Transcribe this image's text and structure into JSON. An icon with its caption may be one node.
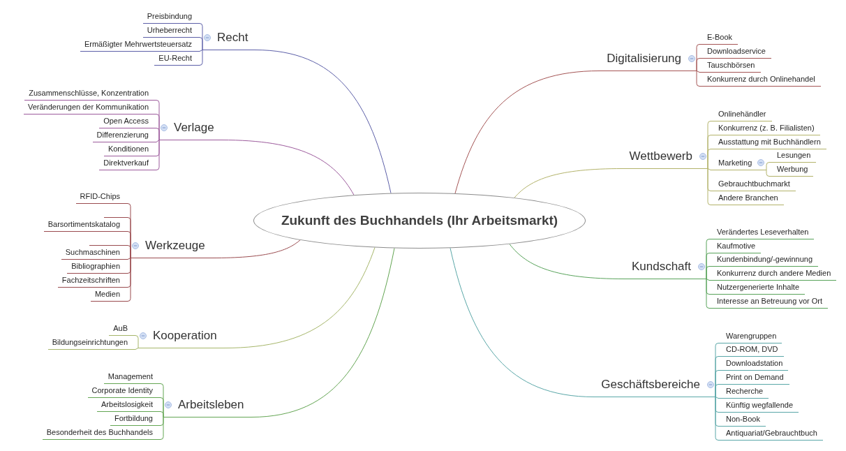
{
  "diagram": {
    "nodes": [
      {
        "text": [
          "Zukunft des Buchhandels (Ihr Arbeitsmarkt)"
        ]
      },
      {
        "text": [
          "Recht"
        ]
      },
      {
        "text": [
          "Preisbindung"
        ]
      },
      {
        "text": [
          "Urheberrecht"
        ]
      },
      {
        "text": [
          "Ermäßigter Mehrwertsteuersatz"
        ]
      },
      {
        "text": [
          "EU-Recht"
        ]
      },
      {
        "text": [
          "Verlage"
        ]
      },
      {
        "text": [
          "Zusammenschlüsse, Konzentration"
        ]
      },
      {
        "text": [
          "Veränderungen der Kommunikation"
        ]
      },
      {
        "text": [
          "Open Access"
        ]
      },
      {
        "text": [
          "Differenzierung"
        ]
      },
      {
        "text": [
          "Konditionen"
        ]
      },
      {
        "text": [
          "Direktverkauf"
        ]
      },
      {
        "text": [
          "Werkzeuge"
        ]
      },
      {
        "text": [
          "RFID-Chips"
        ]
      },
      {
        "text": [],
        "shape": "line"
      },
      {
        "text": [
          "Barsortimentskatalog"
        ]
      },
      {
        "text": [],
        "shape": "line"
      },
      {
        "text": [
          "Suchmaschinen"
        ]
      },
      {
        "text": [
          "Bibliographien"
        ]
      },
      {
        "text": [
          "Fachzeitschriften"
        ]
      },
      {
        "text": [
          "Medien"
        ]
      },
      {
        "text": [
          "Kooperation"
        ]
      },
      {
        "text": [
          "AuB"
        ]
      },
      {
        "text": [
          "Bildungseinrichtungen"
        ]
      },
      {
        "text": [
          "Arbeitsleben"
        ]
      },
      {
        "text": [
          "Management"
        ]
      },
      {
        "text": [
          "Corporate Identity"
        ]
      },
      {
        "text": [
          "Arbeitslosigkeit"
        ]
      },
      {
        "text": [
          "Fortbildung"
        ]
      },
      {
        "text": [
          "Besonderheit des Buchhandels"
        ]
      },
      {
        "text": [
          "Digitalisierung"
        ]
      },
      {
        "text": [
          "E-Book"
        ]
      },
      {
        "text": [
          "Downloadservice"
        ]
      },
      {
        "text": [
          "Tauschbörsen"
        ]
      },
      {
        "text": [
          "Konkurrenz durch Onlinehandel"
        ]
      },
      {
        "text": [
          "Wettbewerb"
        ]
      },
      {
        "text": [
          "Onlinehändler"
        ]
      },
      {
        "text": [
          "Konkurrenz (z. B. Filialisten)"
        ]
      },
      {
        "text": [
          "Ausstattung mit Buchhändlern"
        ]
      },
      {
        "text": [
          "Marketing"
        ]
      },
      {
        "text": [
          "Lesungen"
        ]
      },
      {
        "text": [
          "Werbung"
        ]
      },
      {
        "text": [
          "Gebrauchtbuchmarkt"
        ]
      },
      {
        "text": [
          "Andere Branchen"
        ]
      },
      {
        "text": [
          "Kundschaft"
        ]
      },
      {
        "text": [
          "Verändertes Leseverhalten"
        ]
      },
      {
        "text": [
          "Kaufmotive"
        ]
      },
      {
        "text": [
          "Kundenbindung/-gewinnung"
        ]
      },
      {
        "text": [
          "Konkurrenz durch andere Medien"
        ]
      },
      {
        "text": [
          "Nutzergenerierte Inhalte"
        ]
      },
      {
        "text": [
          "Interesse an Betreuung vor Ort"
        ]
      },
      {
        "text": [
          "Geschäftsbereiche"
        ]
      },
      {
        "text": [
          "Warengruppen"
        ]
      },
      {
        "text": [
          "CD-ROM, DVD"
        ]
      },
      {
        "text": [
          "Downloadstation"
        ]
      },
      {
        "text": [
          "Print on Demand"
        ]
      },
      {
        "text": [
          "Recherche"
        ]
      },
      {
        "text": [
          "Künftig wegfallende"
        ]
      },
      {
        "text": [
          "Non-Book"
        ]
      },
      {
        "text": [
          "Antiquariat/Gebrauchtbuch"
        ]
      }
    ],
    "edges": [
      {
        "from": 0,
        "to": 1,
        "arrow": "none",
        "color": "#5c5fa8"
      },
      {
        "from": 1,
        "to": 2,
        "arrow": "none",
        "color": "#5c5fa8"
      },
      {
        "from": 1,
        "to": 3,
        "arrow": "none",
        "color": "#5c5fa8"
      },
      {
        "from": 1,
        "to": 4,
        "arrow": "none",
        "color": "#5c5fa8"
      },
      {
        "from": 1,
        "to": 5,
        "arrow": "none",
        "color": "#5c5fa8"
      },
      {
        "from": 0,
        "to": 6,
        "arrow": "none",
        "color": "#9c5a9c"
      },
      {
        "from": 6,
        "to": 7,
        "arrow": "none",
        "color": "#9c5a9c"
      },
      {
        "from": 6,
        "to": 8,
        "arrow": "none",
        "color": "#9c5a9c"
      },
      {
        "from": 6,
        "to": 9,
        "arrow": "none",
        "color": "#9c5a9c"
      },
      {
        "from": 6,
        "to": 10,
        "arrow": "none",
        "color": "#9c5a9c"
      },
      {
        "from": 6,
        "to": 11,
        "arrow": "none",
        "color": "#9c5a9c"
      },
      {
        "from": 6,
        "to": 12,
        "arrow": "none",
        "color": "#9c5a9c"
      },
      {
        "from": 0,
        "to": 13,
        "arrow": "none",
        "color": "#9a4b4f"
      },
      {
        "from": 13,
        "to": 14,
        "arrow": "none",
        "color": "#9a4b4f"
      },
      {
        "from": 13,
        "to": 15,
        "arrow": "none",
        "color": "#9a4b4f"
      },
      {
        "from": 13,
        "to": 16,
        "arrow": "none",
        "color": "#9a4b4f"
      },
      {
        "from": 13,
        "to": 17,
        "arrow": "none",
        "color": "#9a4b4f"
      },
      {
        "from": 13,
        "to": 18,
        "arrow": "none",
        "color": "#9a4b4f"
      },
      {
        "from": 13,
        "to": 19,
        "arrow": "none",
        "color": "#9a4b4f"
      },
      {
        "from": 13,
        "to": 20,
        "arrow": "none",
        "color": "#9a4b4f"
      },
      {
        "from": 13,
        "to": 21,
        "arrow": "none",
        "color": "#9a4b4f"
      },
      {
        "from": 0,
        "to": 22,
        "arrow": "none",
        "color": "#a6b66a"
      },
      {
        "from": 22,
        "to": 23,
        "arrow": "none",
        "color": "#a6b66a"
      },
      {
        "from": 22,
        "to": 24,
        "arrow": "none",
        "color": "#a6b66a"
      },
      {
        "from": 0,
        "to": 25,
        "arrow": "none",
        "color": "#63a552"
      },
      {
        "from": 25,
        "to": 26,
        "arrow": "none",
        "color": "#63a552"
      },
      {
        "from": 25,
        "to": 27,
        "arrow": "none",
        "color": "#63a552"
      },
      {
        "from": 25,
        "to": 28,
        "arrow": "none",
        "color": "#63a552"
      },
      {
        "from": 25,
        "to": 29,
        "arrow": "none",
        "color": "#63a552"
      },
      {
        "from": 25,
        "to": 30,
        "arrow": "none",
        "color": "#63a552"
      },
      {
        "from": 0,
        "to": 31,
        "arrow": "none",
        "color": "#a45454"
      },
      {
        "from": 31,
        "to": 32,
        "arrow": "none",
        "color": "#a45454"
      },
      {
        "from": 31,
        "to": 33,
        "arrow": "none",
        "color": "#a45454"
      },
      {
        "from": 31,
        "to": 34,
        "arrow": "none",
        "color": "#a45454"
      },
      {
        "from": 31,
        "to": 35,
        "arrow": "none",
        "color": "#a45454"
      },
      {
        "from": 0,
        "to": 36,
        "arrow": "none",
        "color": "#b3b36a"
      },
      {
        "from": 36,
        "to": 37,
        "arrow": "none",
        "color": "#b3b36a"
      },
      {
        "from": 36,
        "to": 38,
        "arrow": "none",
        "color": "#b3b36a"
      },
      {
        "from": 36,
        "to": 39,
        "arrow": "none",
        "color": "#b3b36a"
      },
      {
        "from": 36,
        "to": 40,
        "arrow": "none",
        "color": "#b3b36a"
      },
      {
        "from": 40,
        "to": 41,
        "arrow": "none",
        "color": "#b3b36a"
      },
      {
        "from": 40,
        "to": 42,
        "arrow": "none",
        "color": "#b3b36a"
      },
      {
        "from": 36,
        "to": 43,
        "arrow": "none",
        "color": "#b3b36a"
      },
      {
        "from": 36,
        "to": 44,
        "arrow": "none",
        "color": "#b3b36a"
      },
      {
        "from": 0,
        "to": 45,
        "arrow": "none",
        "color": "#58a35a"
      },
      {
        "from": 45,
        "to": 46,
        "arrow": "none",
        "color": "#58a35a"
      },
      {
        "from": 45,
        "to": 47,
        "arrow": "none",
        "color": "#58a35a"
      },
      {
        "from": 45,
        "to": 48,
        "arrow": "none",
        "color": "#58a35a"
      },
      {
        "from": 45,
        "to": 49,
        "arrow": "none",
        "color": "#58a35a"
      },
      {
        "from": 45,
        "to": 50,
        "arrow": "none",
        "color": "#58a35a"
      },
      {
        "from": 45,
        "to": 51,
        "arrow": "none",
        "color": "#58a35a"
      },
      {
        "from": 0,
        "to": 52,
        "arrow": "none",
        "color": "#5aa7a8"
      },
      {
        "from": 52,
        "to": 53,
        "arrow": "none",
        "color": "#5aa7a8"
      },
      {
        "from": 52,
        "to": 54,
        "arrow": "none",
        "color": "#5aa7a8"
      },
      {
        "from": 52,
        "to": 55,
        "arrow": "none",
        "color": "#5aa7a8"
      },
      {
        "from": 52,
        "to": 56,
        "arrow": "none",
        "color": "#5aa7a8"
      },
      {
        "from": 52,
        "to": 57,
        "arrow": "none",
        "color": "#5aa7a8"
      },
      {
        "from": 52,
        "to": 58,
        "arrow": "none",
        "color": "#5aa7a8"
      },
      {
        "from": 52,
        "to": 59,
        "arrow": "none",
        "color": "#5aa7a8"
      },
      {
        "from": 52,
        "to": 60,
        "arrow": "none",
        "color": "#5aa7a8"
      }
    ]
  }
}
